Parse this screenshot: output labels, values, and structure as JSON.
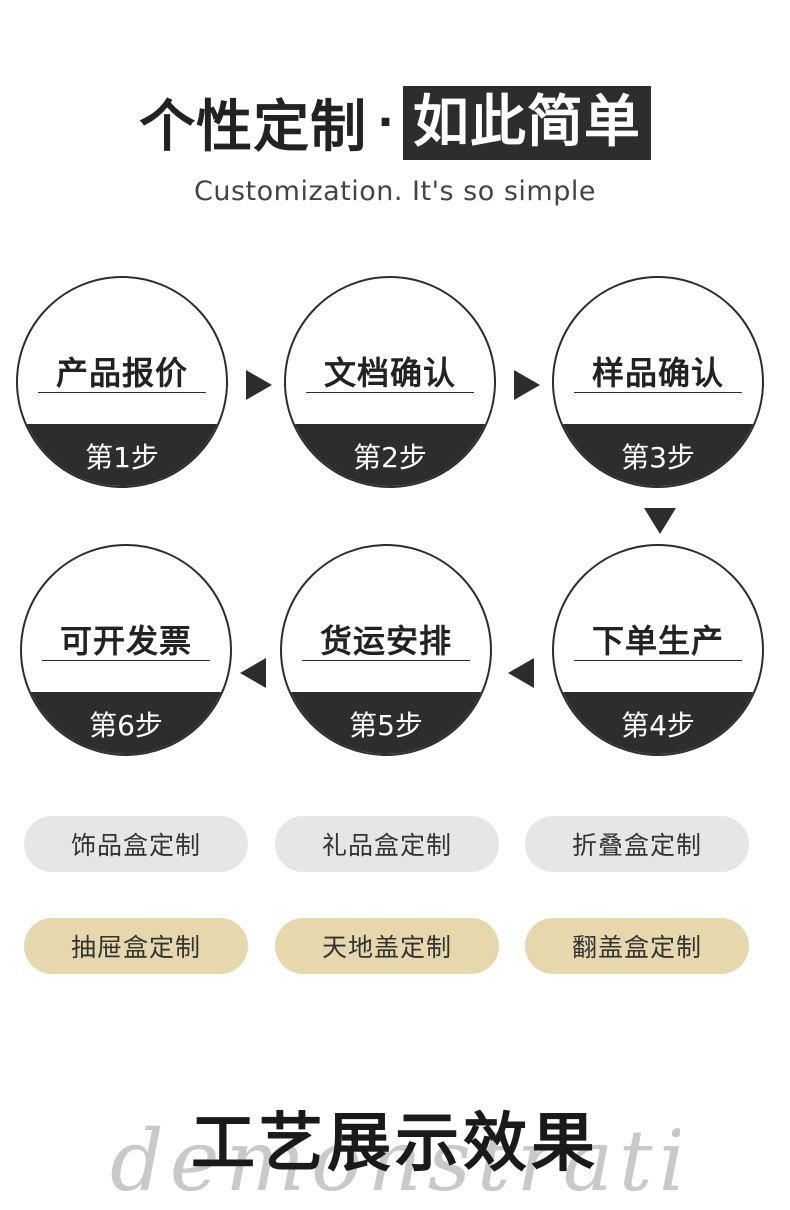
{
  "header": {
    "title_left": "个性定制",
    "title_dot": "·",
    "title_right": "如此简单",
    "subtitle": "Customization. It's so simple"
  },
  "steps": [
    {
      "name": "产品报价",
      "label": "第1步"
    },
    {
      "name": "文档确认",
      "label": "第2步"
    },
    {
      "name": "样品确认",
      "label": "第3步"
    },
    {
      "name": "下单生产",
      "label": "第4步"
    },
    {
      "name": "货运安排",
      "label": "第5步"
    },
    {
      "name": "可开发票",
      "label": "第6步"
    }
  ],
  "services_gray": [
    "饰品盒定制",
    "礼品盒定制",
    "折叠盒定制"
  ],
  "services_gold": [
    "抽屉盒定制",
    "天地盖定制",
    "翻盖盒定制"
  ],
  "section": {
    "title": "工艺展示效果",
    "watermark": "demonstration"
  },
  "colors": {
    "dark": "#2d2d2d",
    "pill_gray": "#e6e6e6",
    "pill_gold": "#e6d7ad"
  }
}
